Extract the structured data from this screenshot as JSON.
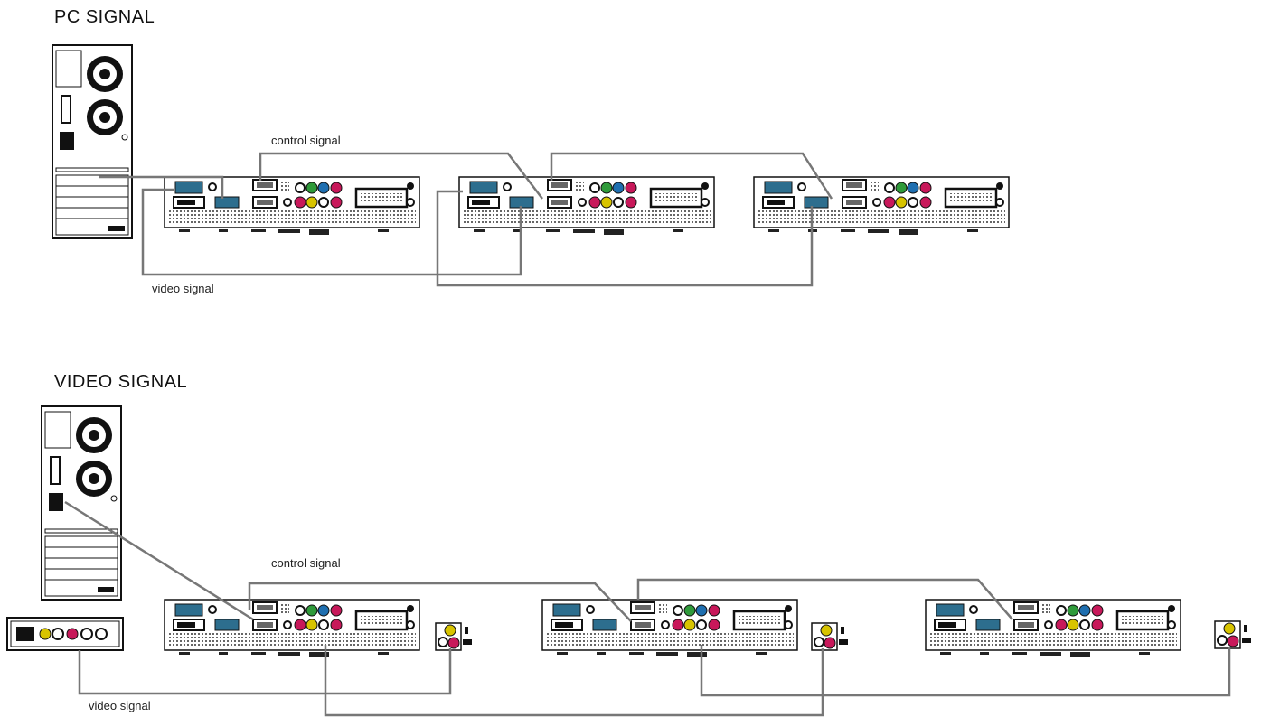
{
  "pc_section": {
    "title": "PC SIGNAL",
    "control_label": "control signal",
    "video_label": "video signal"
  },
  "video_section": {
    "title": "VIDEO SIGNAL",
    "control_label": "control signal",
    "video_label": "video signal"
  },
  "colors": {
    "cable": "#777777",
    "vga_port": "#2d6e8e",
    "yellow_jack": "#d8c400",
    "red_jack": "#c8185a",
    "green_jack": "#2f9a3a",
    "blue_jack": "#1f6fb0",
    "line": "#111111"
  }
}
